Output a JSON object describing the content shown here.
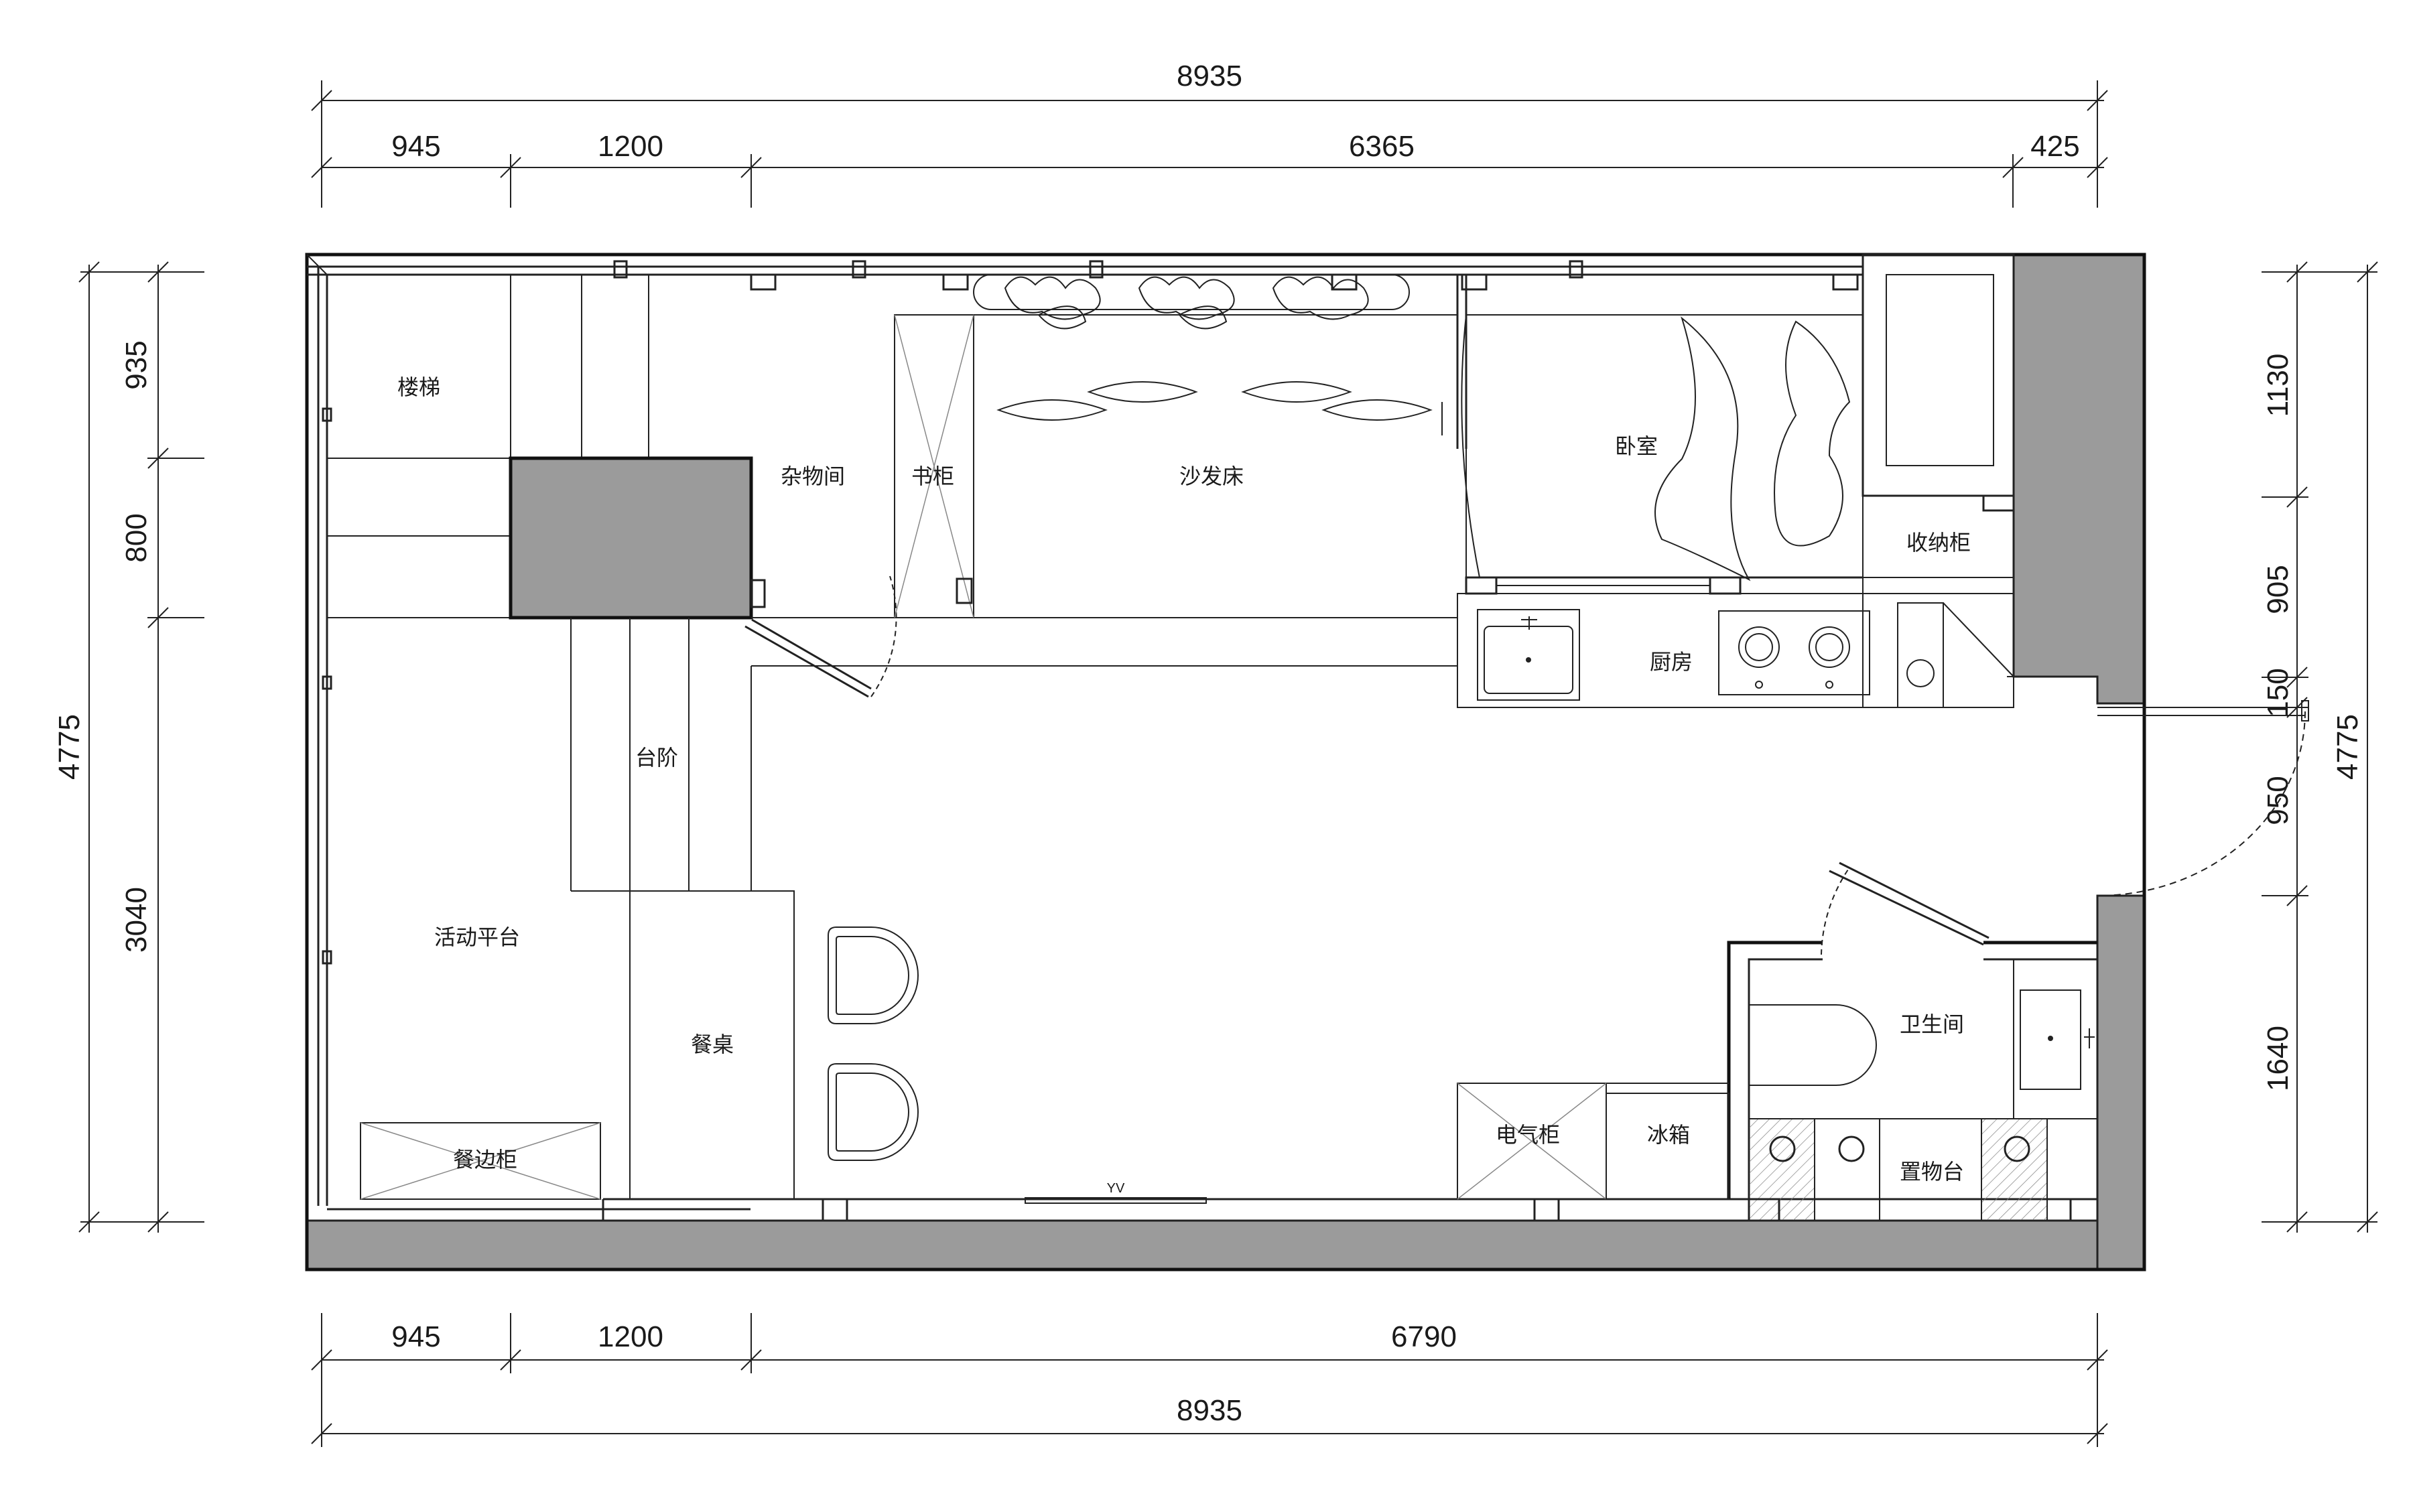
{
  "dimensions": {
    "top_total": "8935",
    "top_segments": [
      "945",
      "1200",
      "6365",
      "425"
    ],
    "bottom_segments": [
      "945",
      "1200",
      "6790"
    ],
    "bottom_total": "8935",
    "left_total": "4775",
    "left_segments": [
      "935",
      "800",
      "3040"
    ],
    "right_total": "4775",
    "right_segments": [
      "1130",
      "905",
      "150",
      "950",
      "1640"
    ]
  },
  "rooms": {
    "stairs": "楼梯",
    "storage_room": "杂物间",
    "bookcase": "书柜",
    "sofa_bed": "沙发床",
    "bedroom": "卧室",
    "storage_cabinet": "收纳柜",
    "kitchen": "厨房",
    "steps": "台阶",
    "activity_platform": "活动平台",
    "dining_table": "餐桌",
    "sideboard": "餐边柜",
    "electrical_cabinet": "电气柜",
    "fridge": "冰箱",
    "bathroom": "卫生间",
    "shelf": "置物台",
    "marker": "YV"
  },
  "colors": {
    "wall": "#9b9b9b",
    "line": "#222222",
    "background": "#ffffff"
  }
}
